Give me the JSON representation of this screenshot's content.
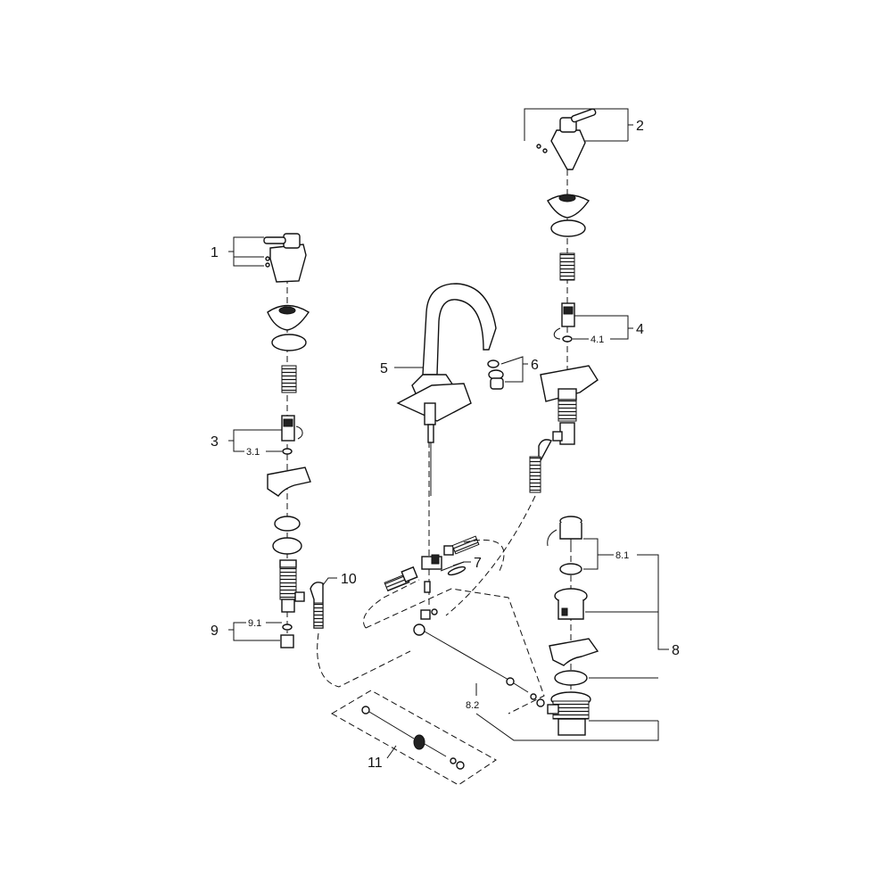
{
  "callouts": {
    "c1": "1",
    "c2": "2",
    "c3": "3",
    "c3_1": "3.1",
    "c4": "4",
    "c4_1": "4.1",
    "c5": "5",
    "c6": "6",
    "c7": "7",
    "c8": "8",
    "c8_1": "8.1",
    "c8_2": "8.2",
    "c9": "9",
    "c9_1": "9.1",
    "c10": "10",
    "c11": "11"
  }
}
